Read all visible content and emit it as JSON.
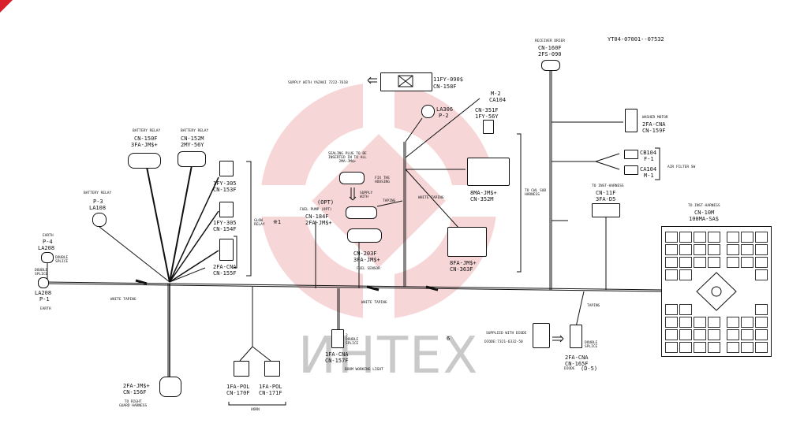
{
  "drawing_number": "YT04-07001--07532",
  "watermark": "ИНТЕХ",
  "receiver_drier": {
    "title": "RECEIVER DRIER",
    "code": "CN-160F",
    "part": "2FS-090"
  },
  "supply_yazaki": "SUPPLY WITH YAZAKI 7222-7618",
  "main_connector": {
    "part": "11FY-090$",
    "code": "CN-158F"
  },
  "la306": {
    "code": "LA306",
    "pin": "P-2"
  },
  "m2": {
    "code": "M-2",
    "pin": "CA104"
  },
  "cn351": {
    "code": "CN-351F",
    "part": "1FY-56Y"
  },
  "washer_motor": {
    "title": "WASHER MOTOR",
    "part": "2FA-CNA",
    "code": "CN-159F"
  },
  "cb104": {
    "code": "CB104",
    "pin": "F-1"
  },
  "ca104": {
    "code": "CA104",
    "pin": "M-1"
  },
  "air_filter_label": "AIR FILTER SW",
  "battery_relay1": {
    "title": "BATTERY RELAY",
    "code": "CN-150F",
    "part": "3FA-JM$+"
  },
  "battery_relay2": {
    "title": "BATTERY RELAY",
    "code": "CN-152M",
    "part": "2MY-56Y"
  },
  "battery_relay3": {
    "title": "BATTERY RELAY",
    "pin": "P-3",
    "code": "LA108"
  },
  "sealing_plug": "SEALING PLUG TO BE\nINSERTED IN TO ALL\n2MA-JM$+",
  "fix_housing": "FIX THE\nHOUSING",
  "supply_with": "SUPPLY\nWITH",
  "taping_label": "TAPING",
  "white_taping": "WHITE TAPING",
  "cn353": {
    "part": "8MA-JM$+",
    "code": "CN-352M"
  },
  "to_cwl": "TO CWL SUB\nHARNESS",
  "to_inst1": {
    "title": "TO INST-HARNESS",
    "code": "CN-11F",
    "part": "3FA-D5"
  },
  "to_inst2": {
    "title": "TO INST-HARNESS",
    "code": "CN-10M",
    "part": "100MA-SA$"
  },
  "cn153": {
    "part": "1FY-305",
    "code": "CN-153F"
  },
  "cn154": {
    "part": "1FY-305",
    "code": "CN-154F"
  },
  "cn155": {
    "part": "2FA-CNA",
    "code": "CN-155F"
  },
  "glow_relay": "GLOW\nRELAY",
  "note_mark": "※1",
  "fuel_pump": {
    "opt": "(OPT)",
    "title": "FUEL PUMP (OPT)",
    "code": "CN-184F",
    "part": "2FA-JM$+"
  },
  "fuel_sensor": {
    "code": "CN-203F",
    "part": "3FA-JM$+",
    "title": "FUEL SENSOR"
  },
  "cn363": {
    "part": "8FA-JM$+",
    "code": "CN-363F"
  },
  "earth_top": {
    "title": "EARTH",
    "pin": "P-4",
    "code": "LA208"
  },
  "double_splice": "DOUBLE\nSPLICE",
  "earth_bottom": {
    "code": "LA208",
    "pin": "P-1",
    "title": "EARTH"
  },
  "cn157": {
    "part": "1FA-CNA",
    "code": "CN-157F"
  },
  "boom_light": "BOOM WORKING LIGHT",
  "two_double_splice": "2\nDOUBLE\nSPLICE",
  "supplied_diode": "SUPPLIED WITH DIODE",
  "diode_part": "DIODE:7321-6332-50",
  "cn165": {
    "part": "2FA-CNA",
    "code": "CN-165F",
    "diode": "DIODE",
    "d5": "(D-5)"
  },
  "horn1": {
    "part": "1FA-POL",
    "code": "CN-170F"
  },
  "horn2": {
    "part": "1FA-POL",
    "code": "CN-171F"
  },
  "horn_label": "HORN",
  "cn156": {
    "part": "2FA-JM$+",
    "code": "CN-156F"
  },
  "to_right": "TO RIGHT\nGUARD HARNESS",
  "six": "6",
  "colors": {
    "accent": "#d8212a",
    "line": "#111111",
    "watermark": "#c9c9c9"
  }
}
